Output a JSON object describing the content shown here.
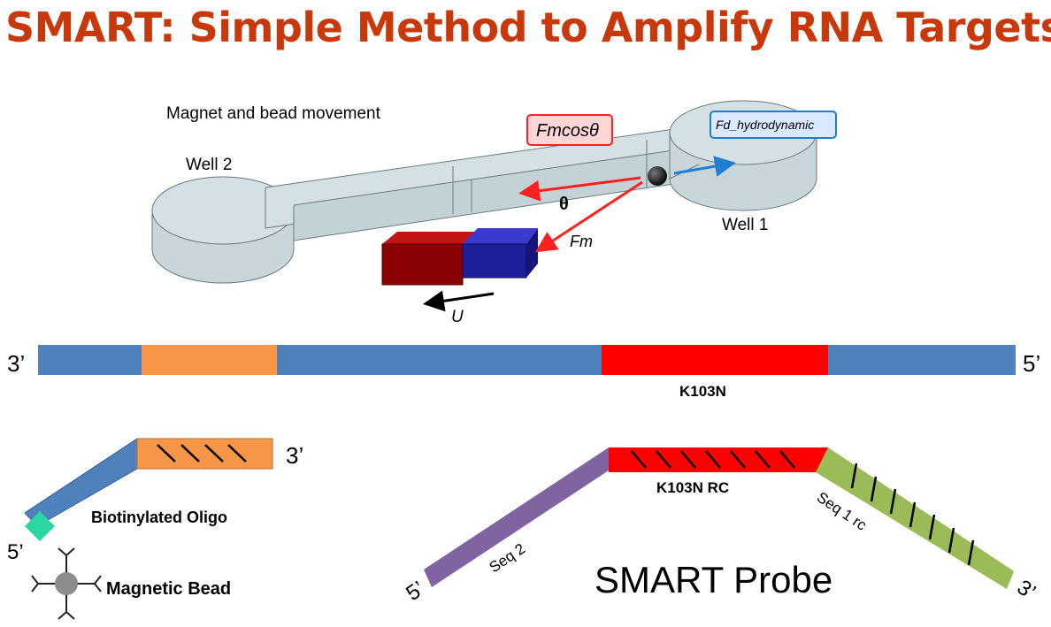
{
  "title": "SMART: Simple Method to Amplify RNA Targets",
  "top_diagram": {
    "caption": "Magnet and bead movement",
    "well_2": "Well 2",
    "well_1": "Well 1",
    "force_cos_label": "Fmcosθ",
    "force_hydro_label": "Fd_hydrodynamic",
    "theta": "θ",
    "force_m_label": "Fm",
    "velocity_label": "U"
  },
  "rna_strand": {
    "end_left": "3’",
    "end_right": "5’",
    "target_label": "K103N"
  },
  "oligo": {
    "end_3": "3’",
    "end_5": "5’",
    "oligo_label": "Biotinylated Oligo",
    "bead_label": "Magnetic Bead"
  },
  "probe": {
    "rc_label": "K103N RC",
    "seq2_label": "Seq 2",
    "seq1rc_label": "Seq 1 rc",
    "end_5": "5’",
    "end_3": "3’",
    "title": "SMART Probe"
  },
  "colors": {
    "title": "#c8380a",
    "strand_blue": "#4f81bd",
    "orange": "#f79646",
    "red": "#ff0000",
    "green": "#9bbb59",
    "purple": "#8064a2",
    "teal": "#2bd6a0",
    "magnet_red": "#8b0000",
    "magnet_blue": "#1f1f9c"
  }
}
